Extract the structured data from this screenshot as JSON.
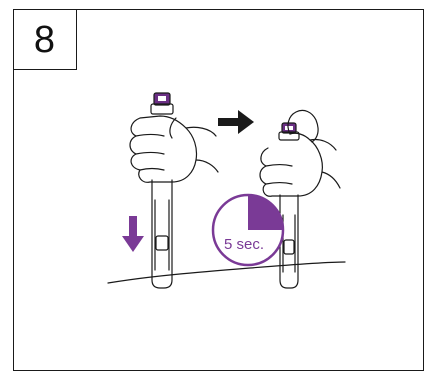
{
  "step": {
    "number": "8"
  },
  "timer": {
    "label": "5 sec.",
    "filled_fraction": 0.25
  },
  "colors": {
    "accent": "#7a3a96",
    "line": "#1a1a1a",
    "background": "#ffffff"
  },
  "icons": {
    "arrow_down": "arrow-down-icon",
    "arrow_right": "arrow-right-icon",
    "timer": "timer-icon"
  }
}
